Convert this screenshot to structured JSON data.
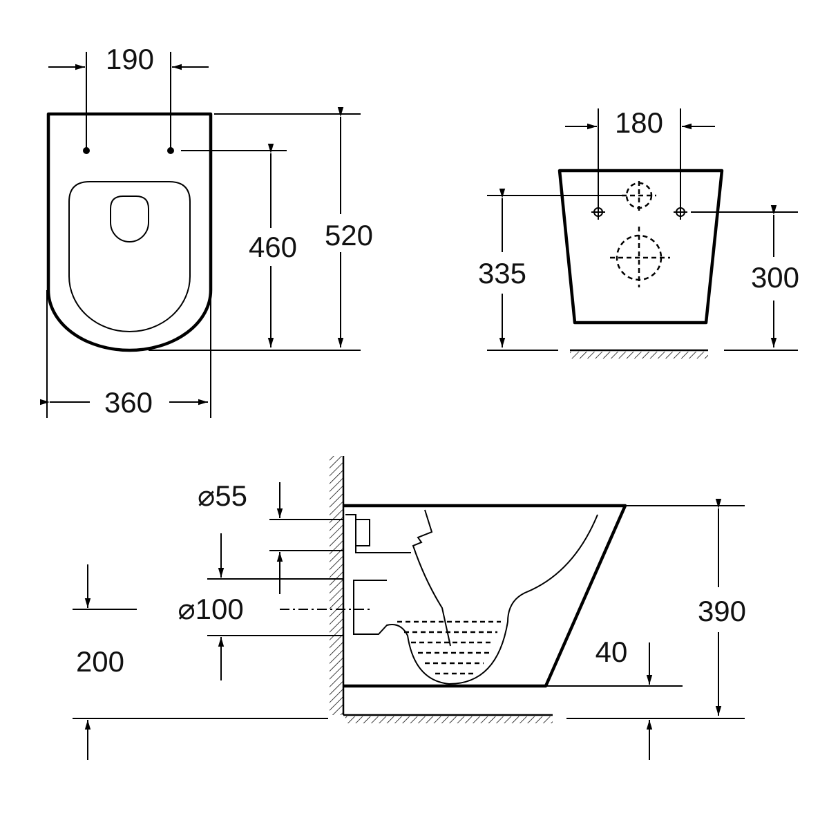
{
  "title": "Wall-hung toilet dimension drawing",
  "top_view": {
    "hole_spacing": "190",
    "hole_to_front": "460",
    "length": "520",
    "width": "360"
  },
  "front_view": {
    "hole_spacing": "180",
    "upper_hole_height": "335",
    "lower_hole_height": "300"
  },
  "side_view": {
    "inlet_diameter": "⌀55",
    "outlet_diameter": "⌀100",
    "outlet_height": "200",
    "bottom_clearance": "40",
    "height": "390"
  }
}
